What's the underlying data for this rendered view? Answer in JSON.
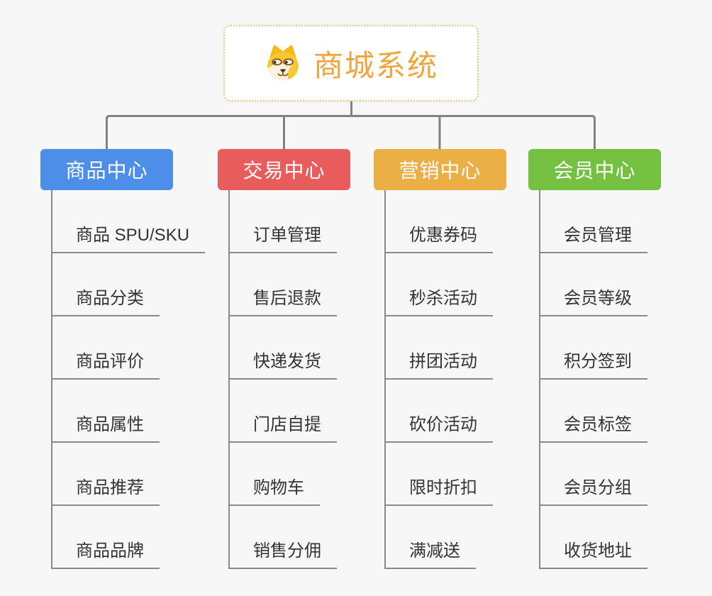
{
  "root": {
    "title": "商城系统",
    "icon": "shiba-dog-icon"
  },
  "branches": [
    {
      "label": "商品中心",
      "color": "#4D8FE8",
      "items": [
        "商品 SPU/SKU",
        "商品分类",
        "商品评价",
        "商品属性",
        "商品推荐",
        "商品品牌"
      ]
    },
    {
      "label": "交易中心",
      "color": "#E85C5C",
      "items": [
        "订单管理",
        "售后退款",
        "快递发货",
        "门店自提",
        "购物车",
        "销售分佣"
      ]
    },
    {
      "label": "营销中心",
      "color": "#ECAF45",
      "items": [
        "优惠券码",
        "秒杀活动",
        "拼团活动",
        "砍价活动",
        "限时折扣",
        "满减送"
      ]
    },
    {
      "label": "会员中心",
      "color": "#74C142",
      "items": [
        "会员管理",
        "会员等级",
        "积分签到",
        "会员标签",
        "会员分组",
        "收货地址"
      ]
    }
  ],
  "colors": {
    "background": "#F7F7F7",
    "root_title": "#F0A43E",
    "root_border": "#F2C379",
    "connector": "#828282",
    "item_line": "#8A8A8A",
    "item_text": "#333333"
  }
}
